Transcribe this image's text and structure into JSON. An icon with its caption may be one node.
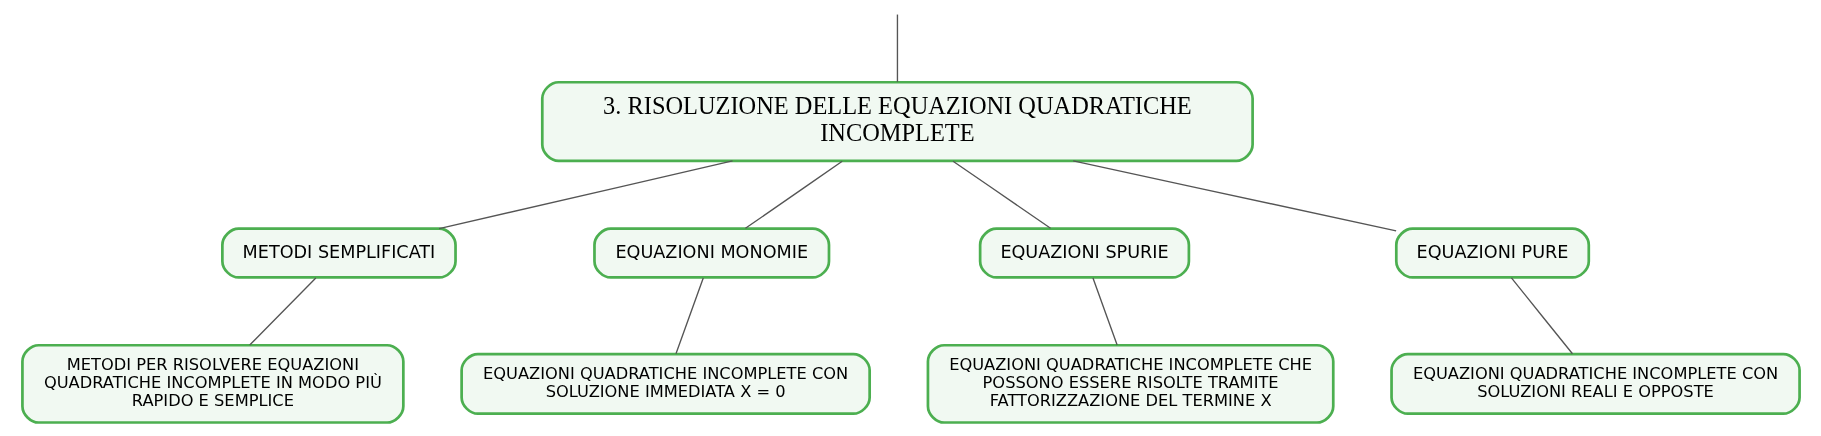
{
  "diagram": {
    "nodes": [
      {
        "text": [
          "3. RISOLUZIONE DELLE EQUAZIONI QUADRATICHE INCOMPLETE"
        ]
      },
      {
        "text": [
          "METODI SEMPLIFICATI"
        ]
      },
      {
        "text": [
          "EQUAZIONI MONOMIE"
        ]
      },
      {
        "text": [
          "EQUAZIONI SPURIE"
        ]
      },
      {
        "text": [
          "EQUAZIONI PURE"
        ]
      },
      {
        "text": [
          "METODI PER RISOLVERE EQUAZIONI QUADRATICHE INCOMPLETE IN MODO PIÙ RAPIDO E SEMPLICE"
        ]
      },
      {
        "text": [
          "EQUAZIONI QUADRATICHE INCOMPLETE CON SOLUZIONE IMMEDIATA X = 0"
        ]
      },
      {
        "text": [
          "EQUAZIONI QUADRATICHE INCOMPLETE CHE POSSONO ESSERE RISOLTE TRAMITE FATTORIZZAZIONE DEL TERMINE X"
        ]
      },
      {
        "text": [
          "EQUAZIONI QUADRATICHE INCOMPLETE CON SOLUZIONI REALI E OPPOSTE"
        ]
      }
    ],
    "edges": [
      {
        "from": null,
        "to": 0,
        "arrow": "none"
      },
      {
        "from": 0,
        "to": 1,
        "arrow": "none"
      },
      {
        "from": 0,
        "to": 2,
        "arrow": "none"
      },
      {
        "from": 0,
        "to": 3,
        "arrow": "none"
      },
      {
        "from": 0,
        "to": 4,
        "arrow": "none"
      },
      {
        "from": 1,
        "to": 5,
        "arrow": "none"
      },
      {
        "from": 2,
        "to": 6,
        "arrow": "none"
      },
      {
        "from": 3,
        "to": 7,
        "arrow": "none"
      },
      {
        "from": 4,
        "to": 8,
        "arrow": "none"
      }
    ]
  }
}
